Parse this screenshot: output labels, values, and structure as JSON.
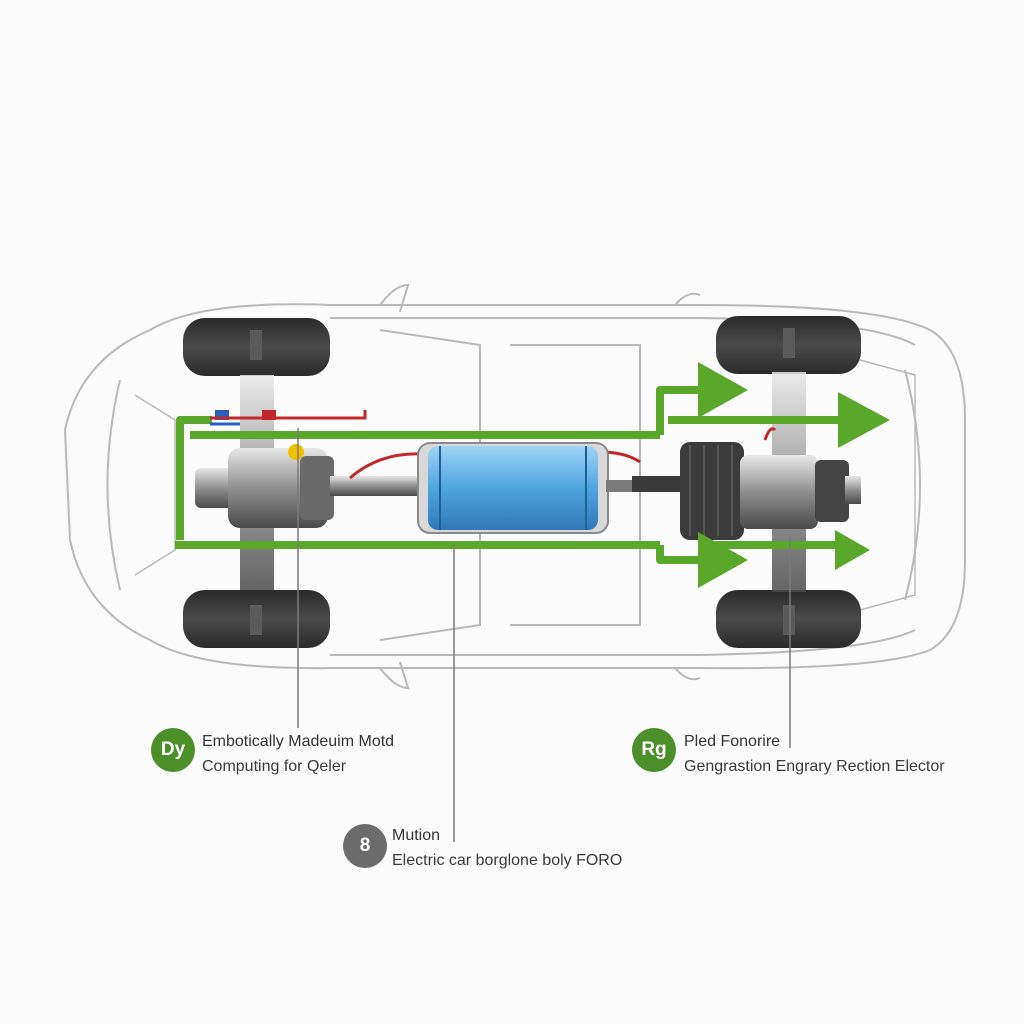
{
  "colors": {
    "background": "#fbfbfb",
    "car_outline": "#b9b9b9",
    "flow_arrow": "#5aa82a",
    "badge_green": "#4a8f2a",
    "badge_grey": "#6b6b6b",
    "battery_blue": "#4fa6e0",
    "tire": "#3a3a3a",
    "wire_red": "#c0282c",
    "wire_blue": "#2a5fc0"
  },
  "callouts": [
    {
      "badge": "Dy",
      "badge_color": "#4a8f2a",
      "title": "Embotically Madeuim Motd",
      "subtitle": "Computing for Qeler"
    },
    {
      "badge": "8",
      "badge_color": "#6b6b6b",
      "title": "Mution",
      "subtitle": "Electric car borglone boly FORO"
    },
    {
      "badge": "Rg",
      "badge_color": "#4a8f2a",
      "title": "Pled Fonorire",
      "subtitle": "Gengrastion Engrary Rection Elector"
    }
  ],
  "icons": [
    "car-outline",
    "wheel-icon",
    "motor-icon",
    "battery-icon",
    "flow-arrow-icon"
  ]
}
